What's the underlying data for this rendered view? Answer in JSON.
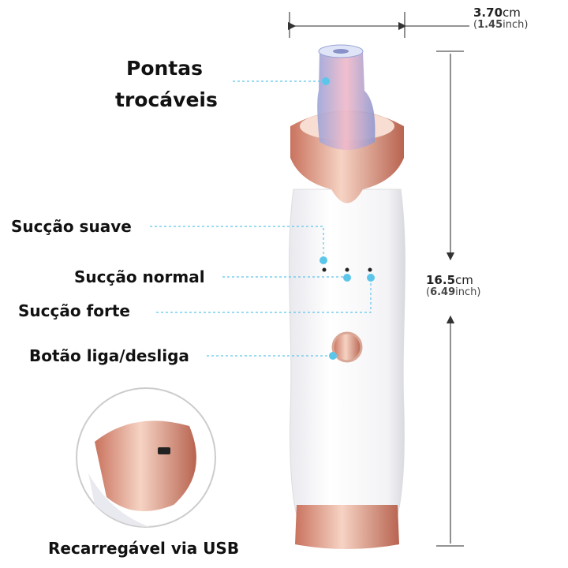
{
  "labels": {
    "tips_line1": "Pontas",
    "tips_line2": "trocáveis",
    "soft": "Sucção suave",
    "normal": "Sucção normal",
    "strong": "Sucção forte",
    "power": "Botão liga/desliga",
    "usb": "Recarregável via USB"
  },
  "width": {
    "value": "3.70",
    "unit": "cm",
    "inch_value": "1.45",
    "inch_unit": "inch"
  },
  "height": {
    "value": "16.5",
    "unit": "cm",
    "inch_value": "6.49",
    "inch_unit": "inch"
  },
  "colors": {
    "accent_line": "#5cc6ea",
    "rose_gold": "#e2a08a",
    "dimension_line": "#555555"
  }
}
